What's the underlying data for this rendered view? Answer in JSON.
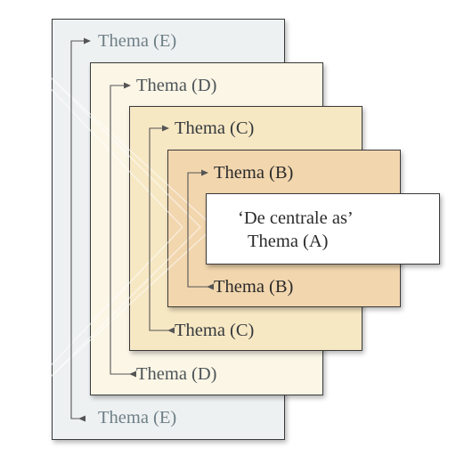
{
  "diagram": {
    "frames": [
      {
        "id": "e",
        "label": "Thema (E)",
        "fill": "#eef1f2",
        "text_color": "#6e7f86"
      },
      {
        "id": "d",
        "label": "Thema (D)",
        "fill": "#fbf6e6",
        "text_color": "#4d5458"
      },
      {
        "id": "c",
        "label": "Thema (C)",
        "fill": "#f7e8c4",
        "text_color": "#34393c"
      },
      {
        "id": "b",
        "label": "Thema (B)",
        "fill": "#f2d6ae",
        "text_color": "#2a2a2a"
      }
    ],
    "center": {
      "line1": "‘De centrale as’",
      "line2": "Thema (A)"
    },
    "colors": {
      "border": "#3a3a3a",
      "arrow": "#555555"
    }
  }
}
